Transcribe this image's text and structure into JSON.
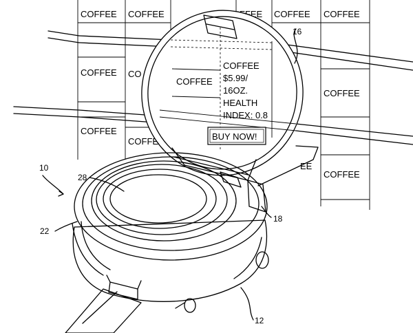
{
  "shelf_label": "COFFEE",
  "shelf_label_partial_left": "CO",
  "shelf_label_partial_right_top": "FFEE",
  "shelf_label_partial_right_bottom": "EE",
  "display": {
    "product": "COFFEE",
    "price_line": "$5.99/",
    "size_line": "16OZ.",
    "health_line": "HEALTH",
    "index_line": "INDEX: 0.8",
    "buy_button": "BUY NOW!"
  },
  "refs": {
    "device": "10",
    "flip_display": "16",
    "body": "22",
    "hinge": "18",
    "screen": "28",
    "band": "12"
  }
}
